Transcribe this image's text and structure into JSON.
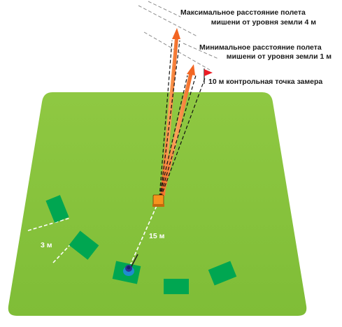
{
  "labels": {
    "max_line1": "Максимальное расстояние полета",
    "max_line2": "мишени от уровня земли 4 м",
    "min_line1": "Минимальное расстояние полета",
    "min_line2": "мишени от уровня земли 1 м",
    "control_point": "10 м контрольная точка замера",
    "dist_15": "15 м",
    "dist_3": "3 м"
  },
  "colors": {
    "field": "#8dc63f",
    "station": "#00a651",
    "trap": "#f7941d",
    "flight_arrow": "#f7941d",
    "flag": "#ed1c24",
    "shooter": "#2e3192"
  },
  "icons": {
    "trap": "trap-machine-icon",
    "flag": "red-flag-icon",
    "shooter": "shooter-icon"
  }
}
